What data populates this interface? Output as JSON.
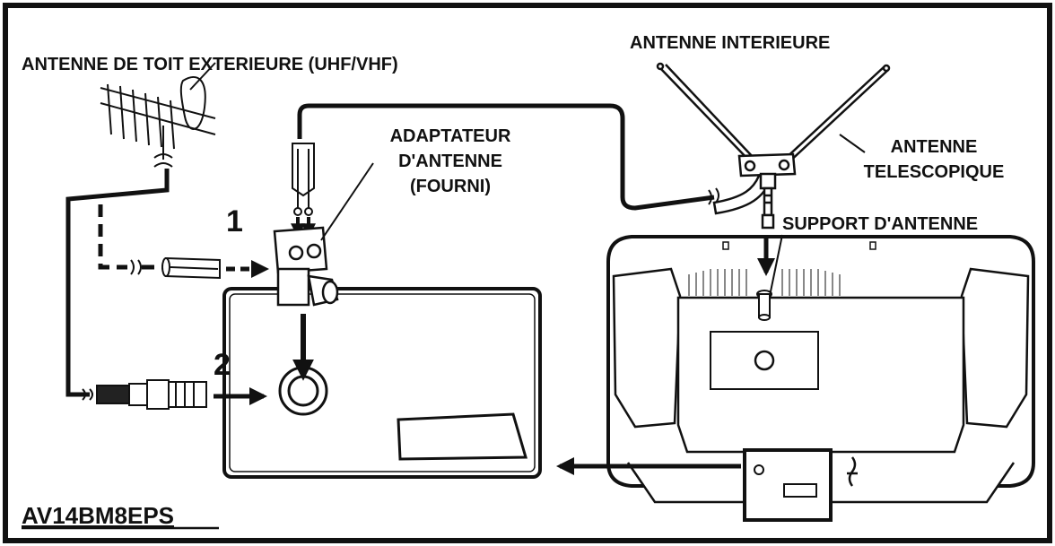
{
  "labels": {
    "outdoor_antenna": "ANTENNE DE TOIT EXTERIEURE (UHF/VHF)",
    "indoor_antenna": "ANTENNE INTERIEURE",
    "adapter_line1": "ADAPTATEUR",
    "adapter_line2": "D'ANTENNE",
    "adapter_line3": "(FOURNI)",
    "telescopic_line1": "ANTENNE",
    "telescopic_line2": "TELESCOPIQUE",
    "support": "SUPPORT D'ANTENNE",
    "step1": "1",
    "step2": "2",
    "model": "AV14BM8EPS"
  }
}
